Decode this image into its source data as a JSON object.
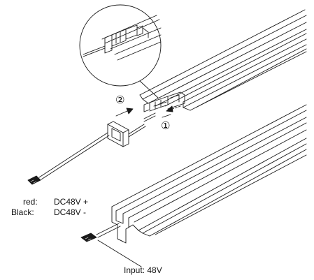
{
  "steps": {
    "step_1": "①",
    "step_2": "②"
  },
  "wiring": {
    "red_label": "red:",
    "red_value": "DC48V +",
    "black_label": "Black:",
    "black_value": "DC48V -"
  },
  "input_label": "Input: 48V",
  "colors": {
    "line": "#1a1a1a",
    "background": "#ffffff"
  }
}
